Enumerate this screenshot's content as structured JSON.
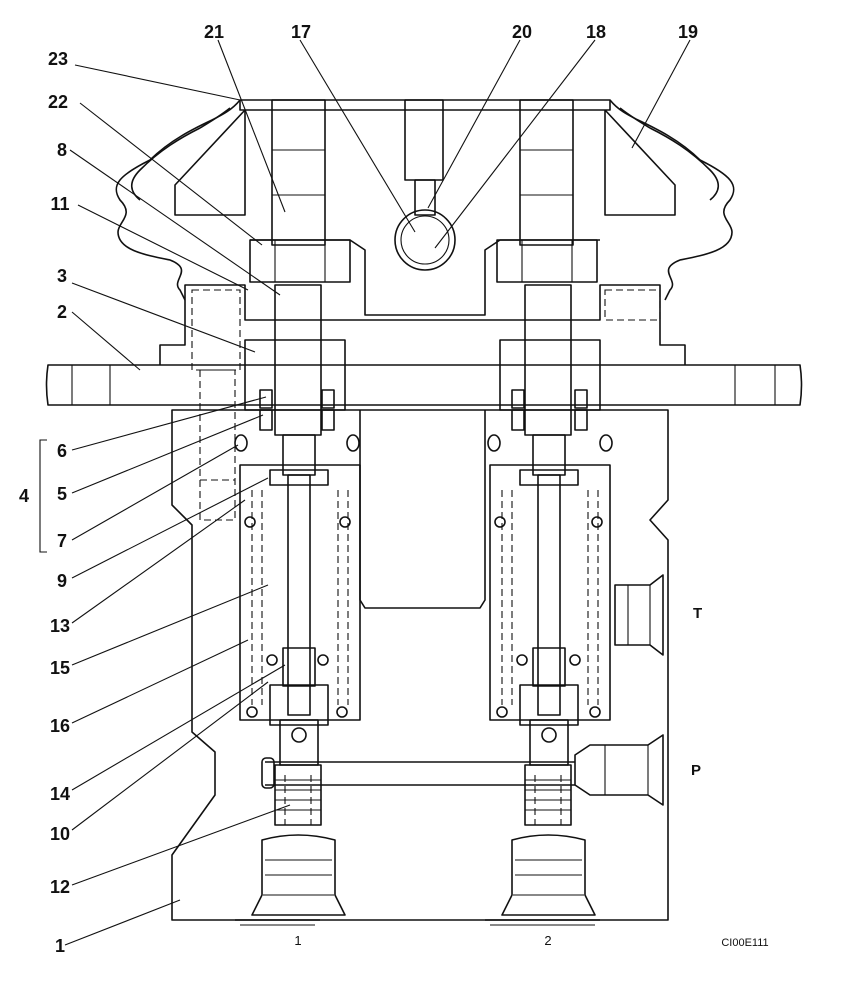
{
  "callouts": {
    "c1": "1",
    "c2": "2",
    "c3": "3",
    "c4": "4",
    "c5": "5",
    "c6": "6",
    "c7": "7",
    "c8": "8",
    "c9": "9",
    "c10": "10",
    "c11": "11",
    "c12": "12",
    "c13": "13",
    "c14": "14",
    "c15": "15",
    "c16": "16",
    "c17": "17",
    "c18": "18",
    "c19": "19",
    "c20": "20",
    "c21": "21",
    "c22": "22",
    "c23": "23"
  },
  "ports": {
    "tank": "T",
    "pressure": "P"
  },
  "positions": {
    "left": "1",
    "right": "2"
  },
  "drawing_code": "CI00E111"
}
